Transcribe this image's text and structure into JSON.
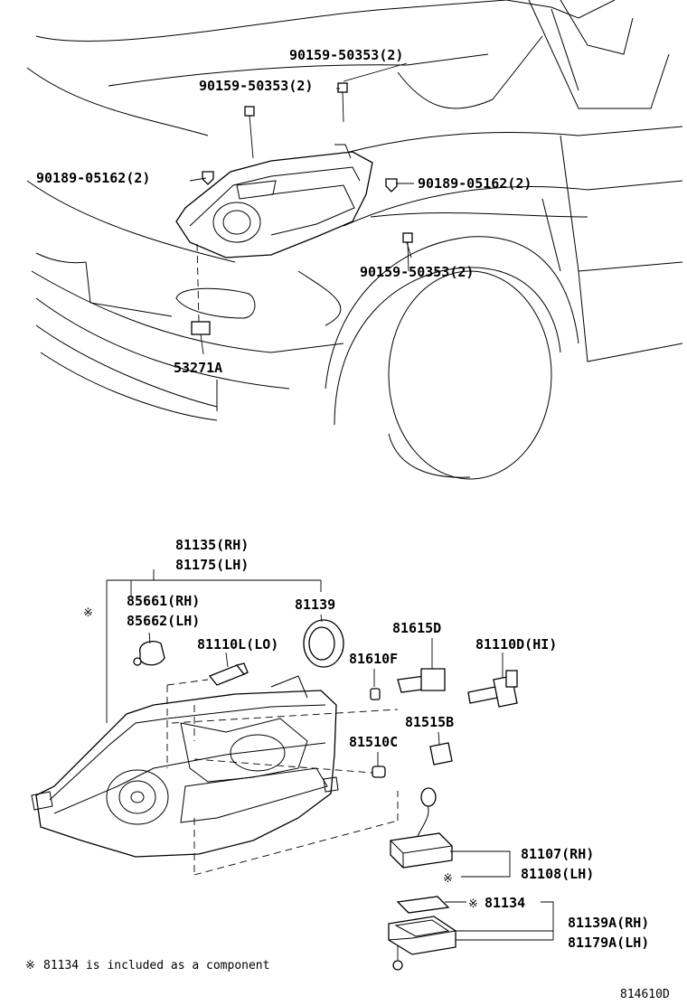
{
  "labels": {
    "bolt_top_right": "90159-50353(2)",
    "bolt_top_left": "90159-50353(2)",
    "clip_left": "90189-05162(2)",
    "clip_right": "90189-05162(2)",
    "bolt_lower": "90159-50353(2)",
    "bracket": "53271A",
    "headlamp_rh": "81135(RH)",
    "headlamp_lh": "81175(LH)",
    "socket_rh": "85661(RH)",
    "socket_lh": "85662(LH)",
    "ring": "81139",
    "bulb_lo": "81110L(LO)",
    "cap_81615d": "81615D",
    "bulb_81610f": "81610F",
    "bulb_hi": "81110D(HI)",
    "socket_81515b": "81515B",
    "bulb_81510c": "81510C",
    "ballast_rh": "81107(RH)",
    "ballast_lh": "81108(LH)",
    "cover_81134": "81134",
    "bracket_rh": "81139A(RH)",
    "bracket_lh": "81179A(LH)",
    "footnote": "81134 is included as a component",
    "diagram_code": "814610D"
  },
  "symbols": {
    "reference_mark": "※"
  },
  "icons": [
    "car-front-outline-icon",
    "headlamp-assembly-icon",
    "bulb-icon",
    "bolt-icon",
    "clip-icon",
    "ballast-icon"
  ]
}
